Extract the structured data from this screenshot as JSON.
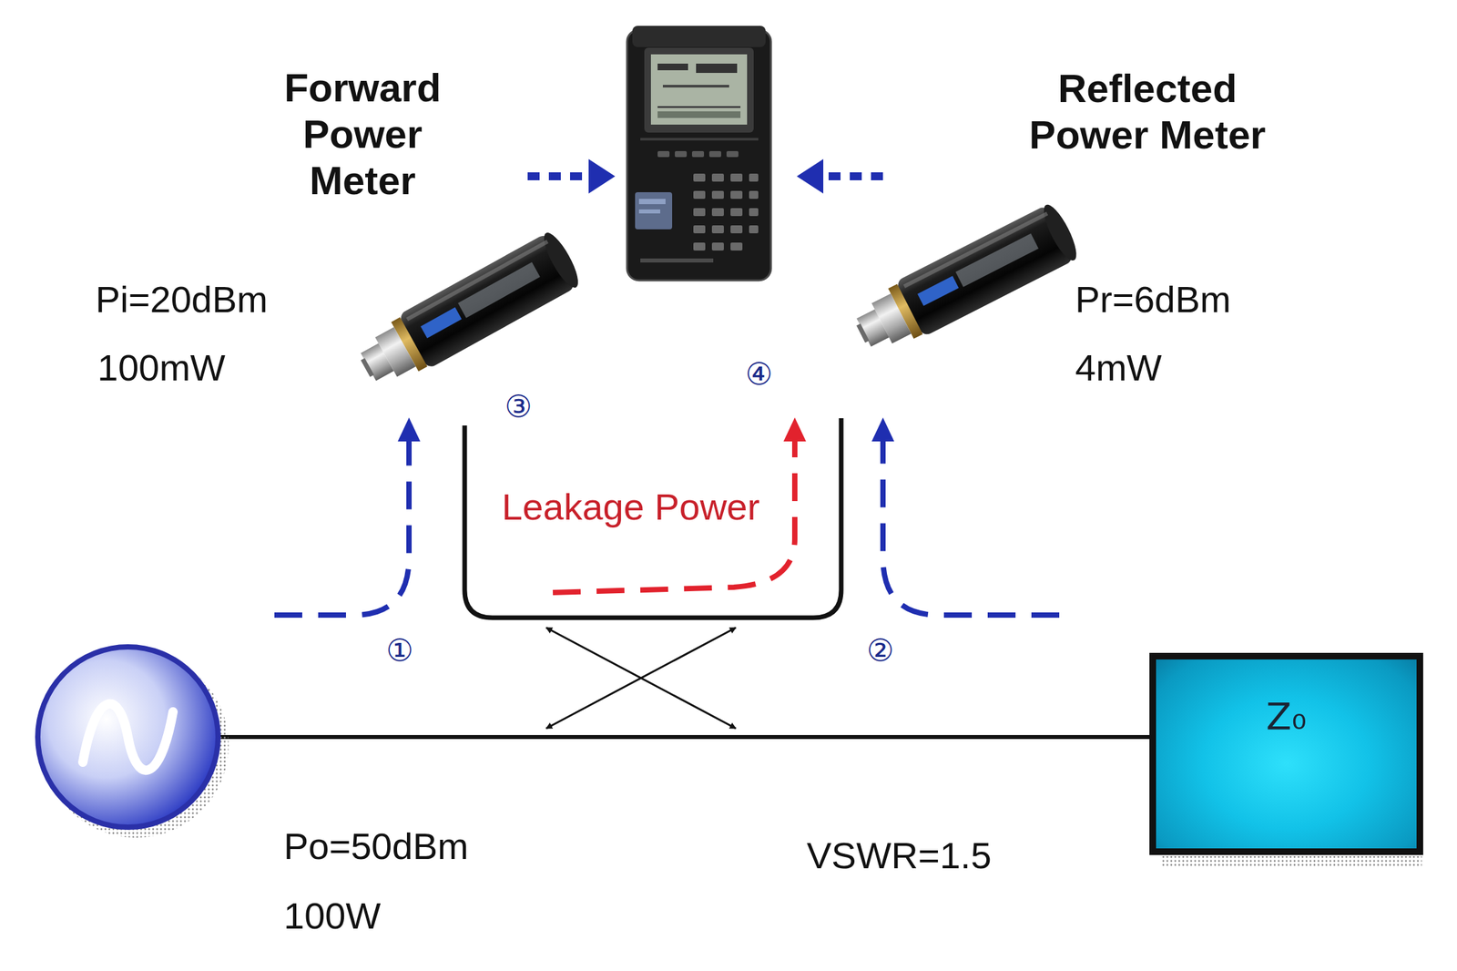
{
  "diagram": {
    "nodes": [
      {
        "text": [
          "Z₀"
        ]
      }
    ],
    "labels": [
      "Forward Power Meter",
      "Reflected Power Meter",
      "Pi=20dBm",
      "Pr=6dBm",
      "100mW",
      "4mW",
      "④",
      "③",
      "Leakage Power",
      "①",
      "②",
      "Po=50dBm",
      "VSWR=1.5",
      "100W"
    ]
  }
}
